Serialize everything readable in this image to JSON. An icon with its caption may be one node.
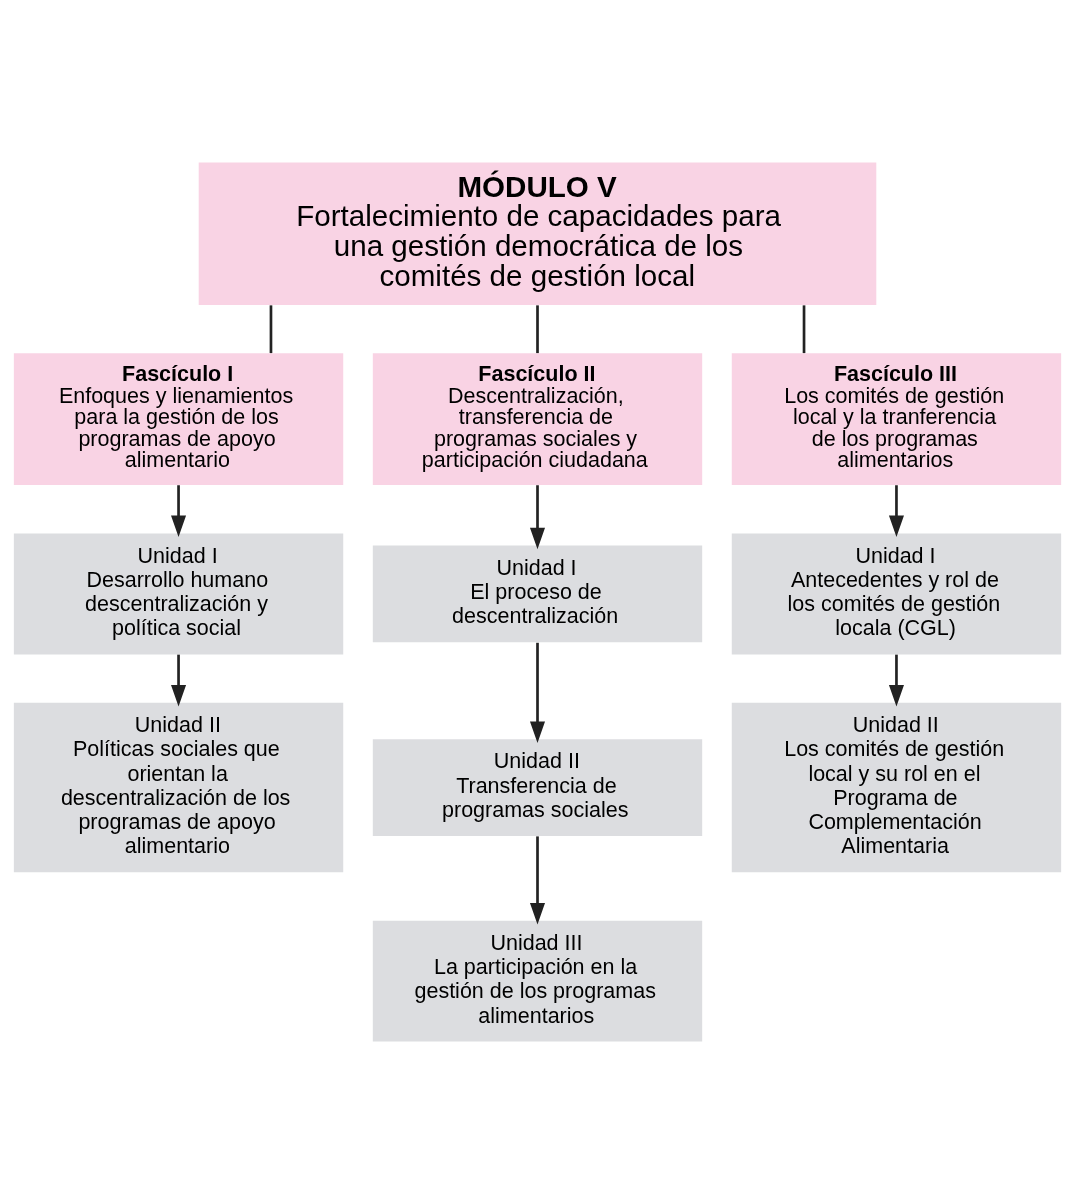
{
  "diagram": {
    "nodes": [
      {
        "text": [
          "MÓDULO V",
          "Fortalecimiento de capacidades para una gestión democrática de los comités de gestión local"
        ]
      },
      {
        "text": [
          "Fascículo I",
          "Enfoques y lienamientos para la gestión de los programas de apoyo alimentario"
        ]
      },
      {
        "text": [
          "Fascículo II",
          "Descentralización, transferencia de programas sociales y participación ciudadana"
        ]
      },
      {
        "text": [
          "Fascículo III",
          "Los comités de gestión local y la tranferencia de los programas alimentarios"
        ]
      },
      {
        "text": [
          "Unidad I",
          "Desarrollo humano descentralización y política social"
        ]
      },
      {
        "text": [
          "Unidad I",
          "El proceso de descentralización"
        ]
      },
      {
        "text": [
          "Unidad I",
          "Antecedentes y rol de los comités de gestión locala (CGL)"
        ]
      },
      {
        "text": [
          "Unidad II",
          "Políticas sociales que orientan la descentralización de los programas de apoyo alimentario"
        ]
      },
      {
        "text": [
          "Unidad II",
          "Transferencia de programas sociales"
        ]
      },
      {
        "text": [
          "Unidad II",
          "Los comités de gestión local y su rol en el Programa de Complementación Alimentaria"
        ]
      },
      {
        "text": [
          "Unidad III",
          "La participación en la gestión de los programas alimentarios"
        ]
      }
    ],
    "edges": [
      {
        "from": 0,
        "to": 1,
        "arrow": "none"
      },
      {
        "from": 0,
        "to": 2,
        "arrow": "none"
      },
      {
        "from": 0,
        "to": 3,
        "arrow": "none"
      },
      {
        "from": 1,
        "to": 4,
        "arrow": "to"
      },
      {
        "from": 4,
        "to": 7,
        "arrow": "to"
      },
      {
        "from": 2,
        "to": 5,
        "arrow": "to"
      },
      {
        "from": 5,
        "to": 8,
        "arrow": "to"
      },
      {
        "from": 8,
        "to": 10,
        "arrow": "to"
      },
      {
        "from": 3,
        "to": 6,
        "arrow": "to"
      },
      {
        "from": 6,
        "to": 9,
        "arrow": "to"
      }
    ]
  }
}
